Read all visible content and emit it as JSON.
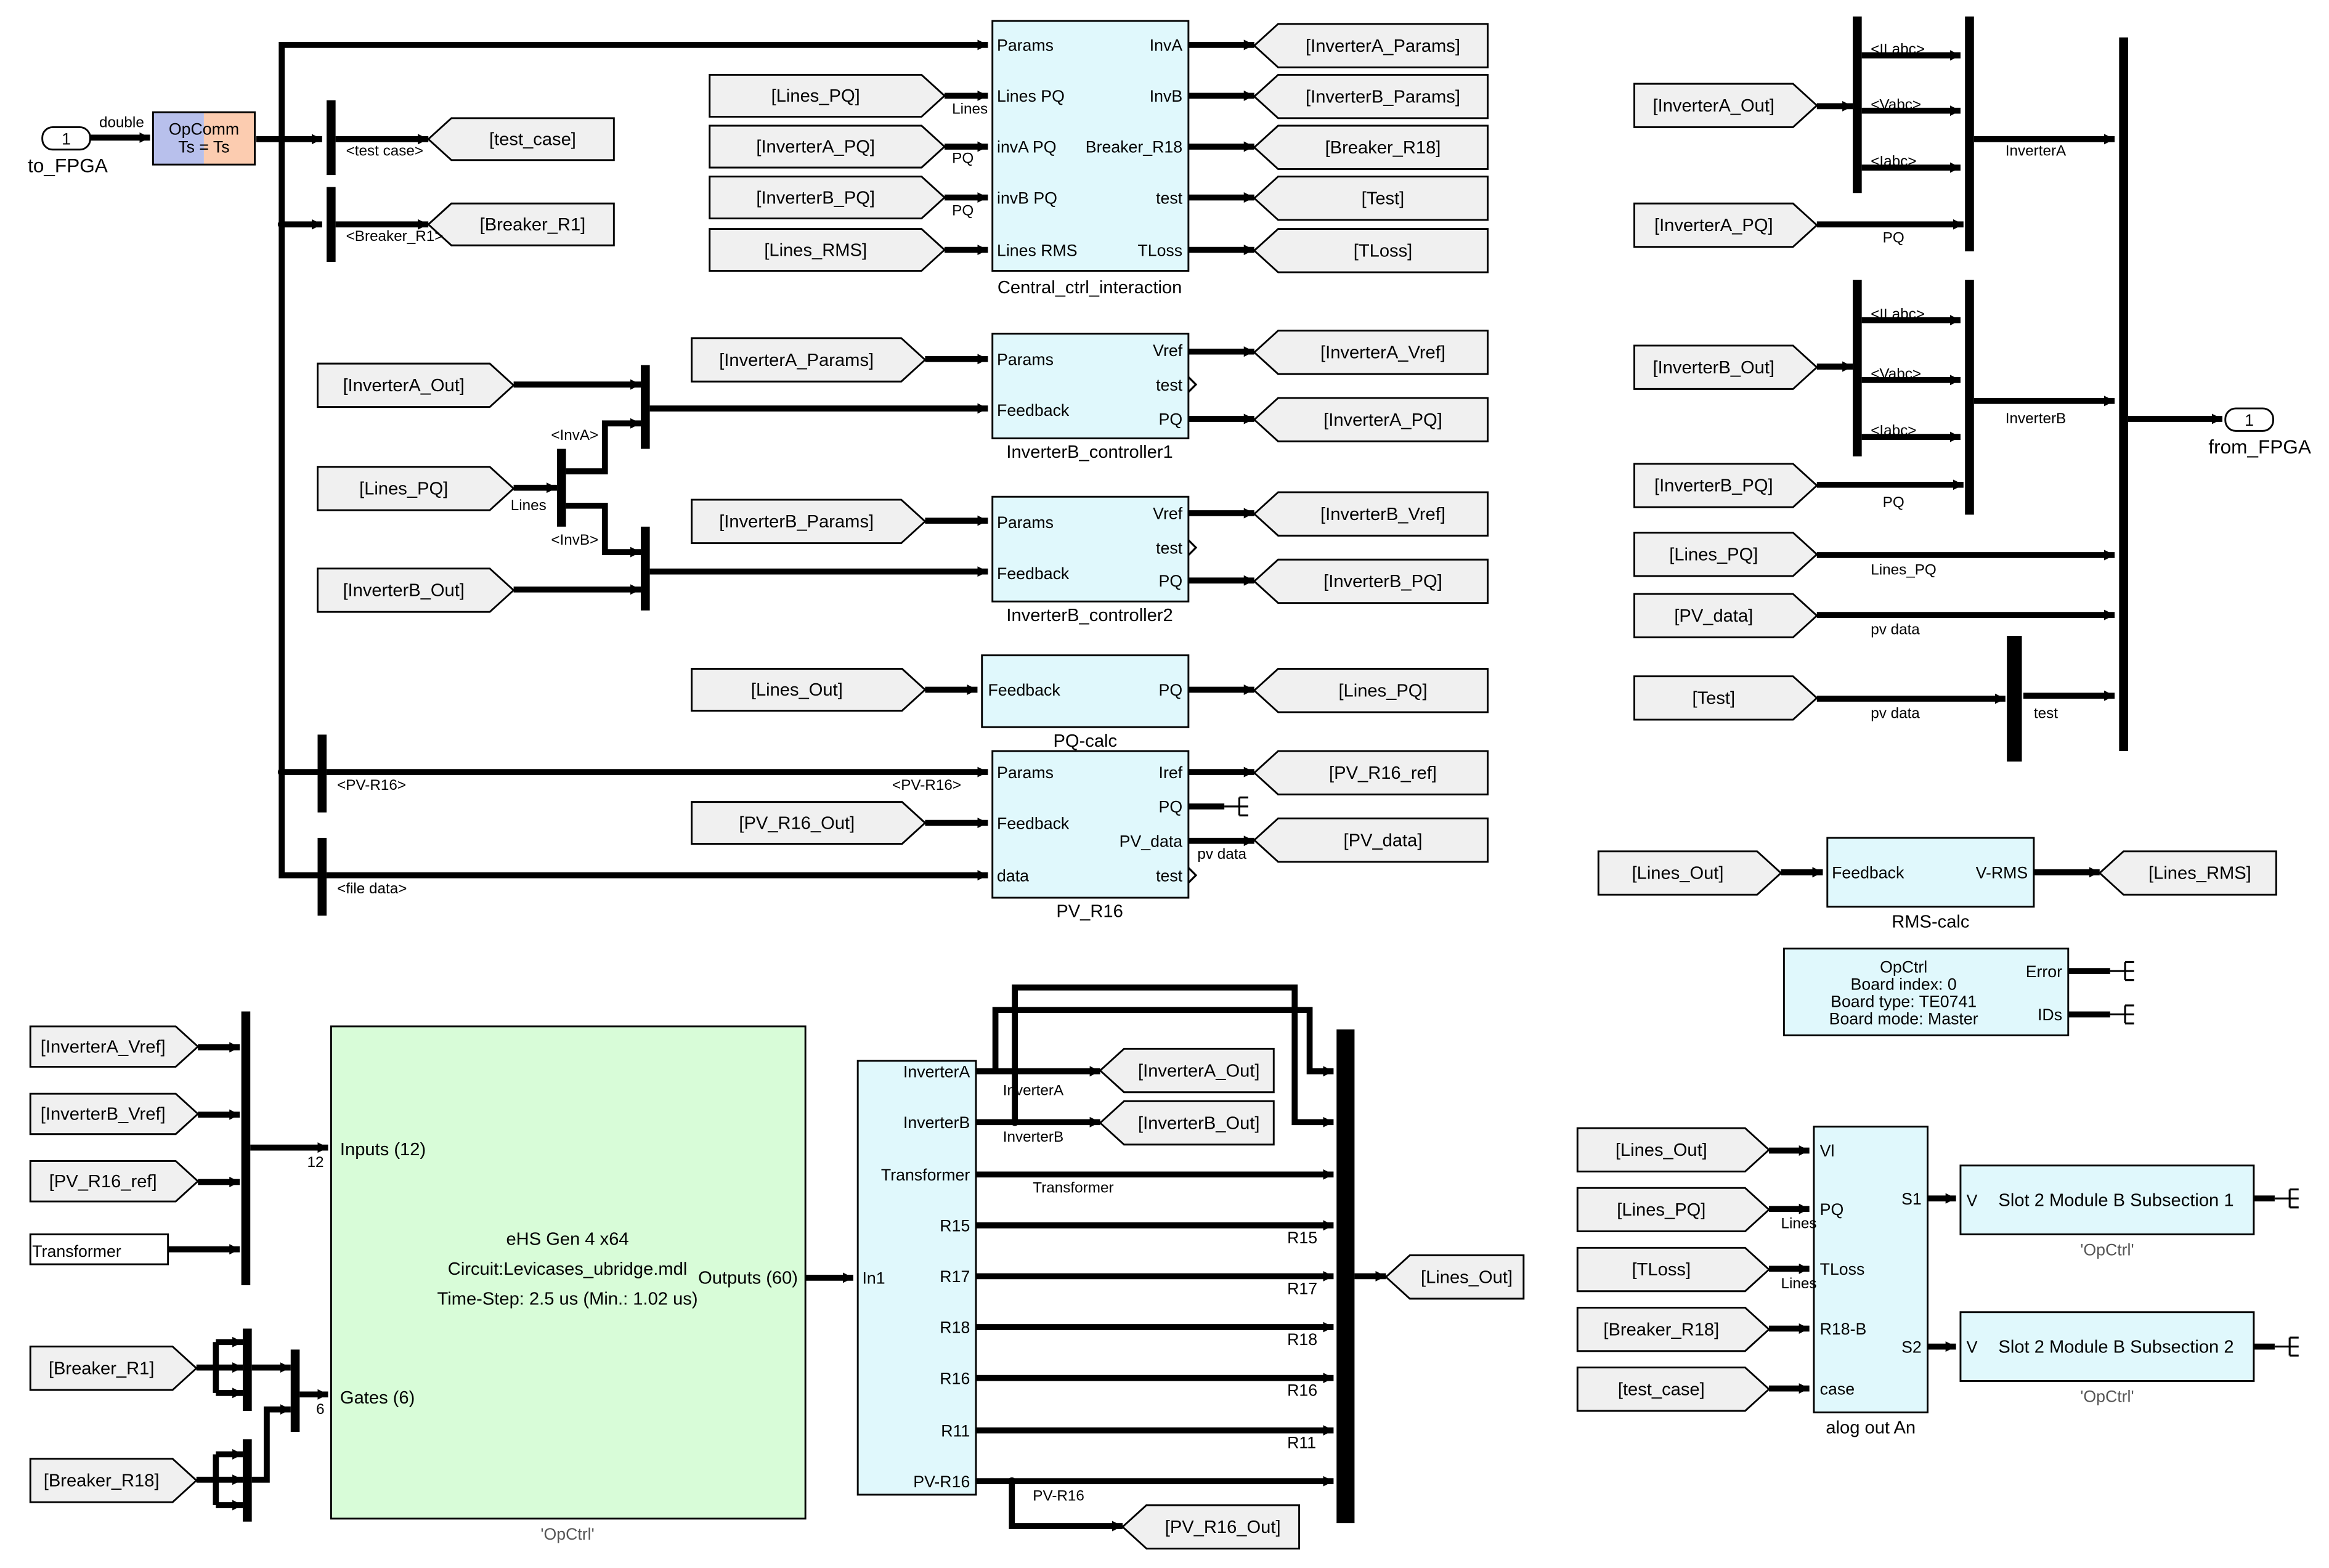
{
  "colors": {
    "block_fill": "#e0f8fc",
    "ehs_fill": "#d8fcd8",
    "tag_fill": "#f0f0f0",
    "opcomm_left": "#b8c0ec",
    "opcomm_right": "#fcccb0",
    "port_fill": "#ffffff",
    "line": "#000000"
  },
  "ports": {
    "in1": {
      "number": "1",
      "label": "to_FPGA",
      "signal_type": "double"
    },
    "out1": {
      "number": "1",
      "label": "from_FPGA"
    }
  },
  "opcomm": {
    "line1": "OpComm",
    "line2": "Ts = Ts"
  },
  "bus_labels": {
    "test_case": "<test case>",
    "breaker_r1": "<Breaker_R1>",
    "pv_r16": "<PV-R16>",
    "pv_r16_b": "<PV-R16>",
    "file_data": "<file data>",
    "inva": "<InvA>",
    "invb": "<InvB>",
    "lines": "Lines",
    "lines_central": "Lines",
    "pq_a": "PQ",
    "pq_b": "PQ",
    "pv_data": "pv data",
    "ilabc": "<ILabc>",
    "vabc": "<Vabc>",
    "iabc": "<Iabc>",
    "invA": "InverterA",
    "invB": "InverterB",
    "pqA": "PQ",
    "pqB": "PQ",
    "lines_pq": "Lines_PQ",
    "pvdata1": "pv data",
    "pvdata2": "pv data",
    "test": "test",
    "inverterA_sig": "InverterA",
    "inverterB_sig": "InverterB",
    "transformer_sig": "Transformer",
    "r15": "R15",
    "r17": "R17",
    "r18": "R18",
    "r16": "R16",
    "r11": "R11",
    "pvr16": "PV-R16",
    "lines_an1": "Lines",
    "lines_an2": "Lines",
    "n12": "12",
    "n6": "6"
  },
  "tags": {
    "test_case_w": "[test_case]",
    "breaker_r1_w": "[Breaker_R1]",
    "lines_pq_f1": "[Lines_PQ]",
    "invA_pq_f1": "[InverterA_PQ]",
    "invB_pq_f1": "[InverterB_PQ]",
    "lines_rms_f1": "[Lines_RMS]",
    "invA_params_w": "[InverterA_Params]",
    "invB_params_w": "[InverterB_Params]",
    "breaker_r18_w": "[Breaker_R18]",
    "test_w": "[Test]",
    "tloss_w": "[TLoss]",
    "invA_out_f1": "[InverterA_Out]",
    "lines_pq_f2": "[Lines_PQ]",
    "invB_out_f1": "[InverterB_Out]",
    "invA_params_f": "[InverterA_Params]",
    "invB_params_f": "[InverterB_Params]",
    "invA_vref_w": "[InverterA_Vref]",
    "invA_pq_w": "[InverterA_PQ]",
    "invB_vref_w": "[InverterB_Vref]",
    "invB_pq_w": "[InverterB_PQ]",
    "lines_out_f1": "[Lines_Out]",
    "lines_pq_w": "[Lines_PQ]",
    "pv_r16_out_f": "[PV_R16_Out]",
    "pv_r16_ref_w": "[PV_R16_ref]",
    "pv_data_w": "[PV_data]",
    "invA_out_f2": "[InverterA_Out]",
    "invA_pq_f2": "[InverterA_PQ]",
    "invB_out_f2": "[InverterB_Out]",
    "invB_pq_f2": "[InverterB_PQ]",
    "lines_pq_f3": "[Lines_PQ]",
    "pv_data_f": "[PV_data]",
    "test_f": "[Test]",
    "lines_out_f2": "[Lines_Out]",
    "lines_rms_w": "[Lines_RMS]",
    "invA_vref_f": "[InverterA_Vref]",
    "invB_vref_f": "[InverterB_Vref]",
    "pv_r16_ref_f": "[PV_R16_ref]",
    "transformer_c": "Transformer",
    "breaker_r1_f": "[Breaker_R1]",
    "breaker_r18_f": "[Breaker_R18]",
    "invA_out_w": "[InverterA_Out]",
    "invB_out_w": "[InverterB_Out]",
    "pv_r16_out_w": "[PV_R16_Out]",
    "lines_out_w": "[Lines_Out]",
    "lines_out_f3": "[Lines_Out]",
    "lines_pq_f4": "[Lines_PQ]",
    "tloss_f": "[TLoss]",
    "breaker_r18_f2": "[Breaker_R18]",
    "test_case_f": "[test_case]"
  },
  "blocks": {
    "central": {
      "name": "Central_ctrl_interaction",
      "in": [
        "Params",
        "Lines PQ",
        "invA PQ",
        "invB PQ",
        "Lines RMS"
      ],
      "out": [
        "InvA",
        "InvB",
        "Breaker_R18",
        "test",
        "TLoss"
      ]
    },
    "ctrl1": {
      "name": "InverterB_controller1",
      "in": [
        "Params",
        "Feedback"
      ],
      "out": [
        "Vref",
        "test",
        "PQ"
      ]
    },
    "ctrl2": {
      "name": "InverterB_controller2",
      "in": [
        "Params",
        "Feedback"
      ],
      "out": [
        "Vref",
        "test",
        "PQ"
      ]
    },
    "pqcalc": {
      "name": "PQ-calc",
      "in": [
        "Feedback"
      ],
      "out": [
        "PQ"
      ]
    },
    "pvr16": {
      "name": "PV_R16",
      "in": [
        "Params",
        "Feedback",
        "data"
      ],
      "out": [
        "Iref",
        "PQ",
        "PV_data",
        "test"
      ]
    },
    "rms": {
      "name": "RMS-calc",
      "in": [
        "Feedback"
      ],
      "out": [
        "V-RMS"
      ]
    },
    "opctrl": {
      "lines": [
        "OpCtrl",
        "Board index: 0",
        "Board type: TE0741",
        "Board mode: Master"
      ],
      "out": [
        "Error",
        "IDs"
      ]
    },
    "ehs": {
      "lines": [
        "eHS Gen 4 x64",
        "Circuit:Levicases_ubridge.mdl",
        "Time-Step: 2.5 us  (Min.: 1.02 us)"
      ],
      "in": [
        "Inputs (12)",
        "Gates (6)"
      ],
      "out": [
        "Outputs (60)"
      ],
      "caption": "'OpCtrl'"
    },
    "demux": {
      "in": "In1",
      "out": [
        "InverterA",
        "InverterB",
        "Transformer",
        "R15",
        "R17",
        "R18",
        "R16",
        "R11",
        "PV-R16"
      ]
    },
    "analog": {
      "name": "alog out An",
      "in": [
        "Vl",
        "PQ",
        "TLoss",
        "R18-B",
        "case"
      ],
      "out": [
        "S1",
        "S2"
      ]
    },
    "slot1": {
      "text": "Slot 2 Module B Subsection 1",
      "port": "V",
      "caption": "'OpCtrl'"
    },
    "slot2": {
      "text": "Slot 2 Module B Subsection 2",
      "port": "V",
      "caption": "'OpCtrl'"
    }
  }
}
